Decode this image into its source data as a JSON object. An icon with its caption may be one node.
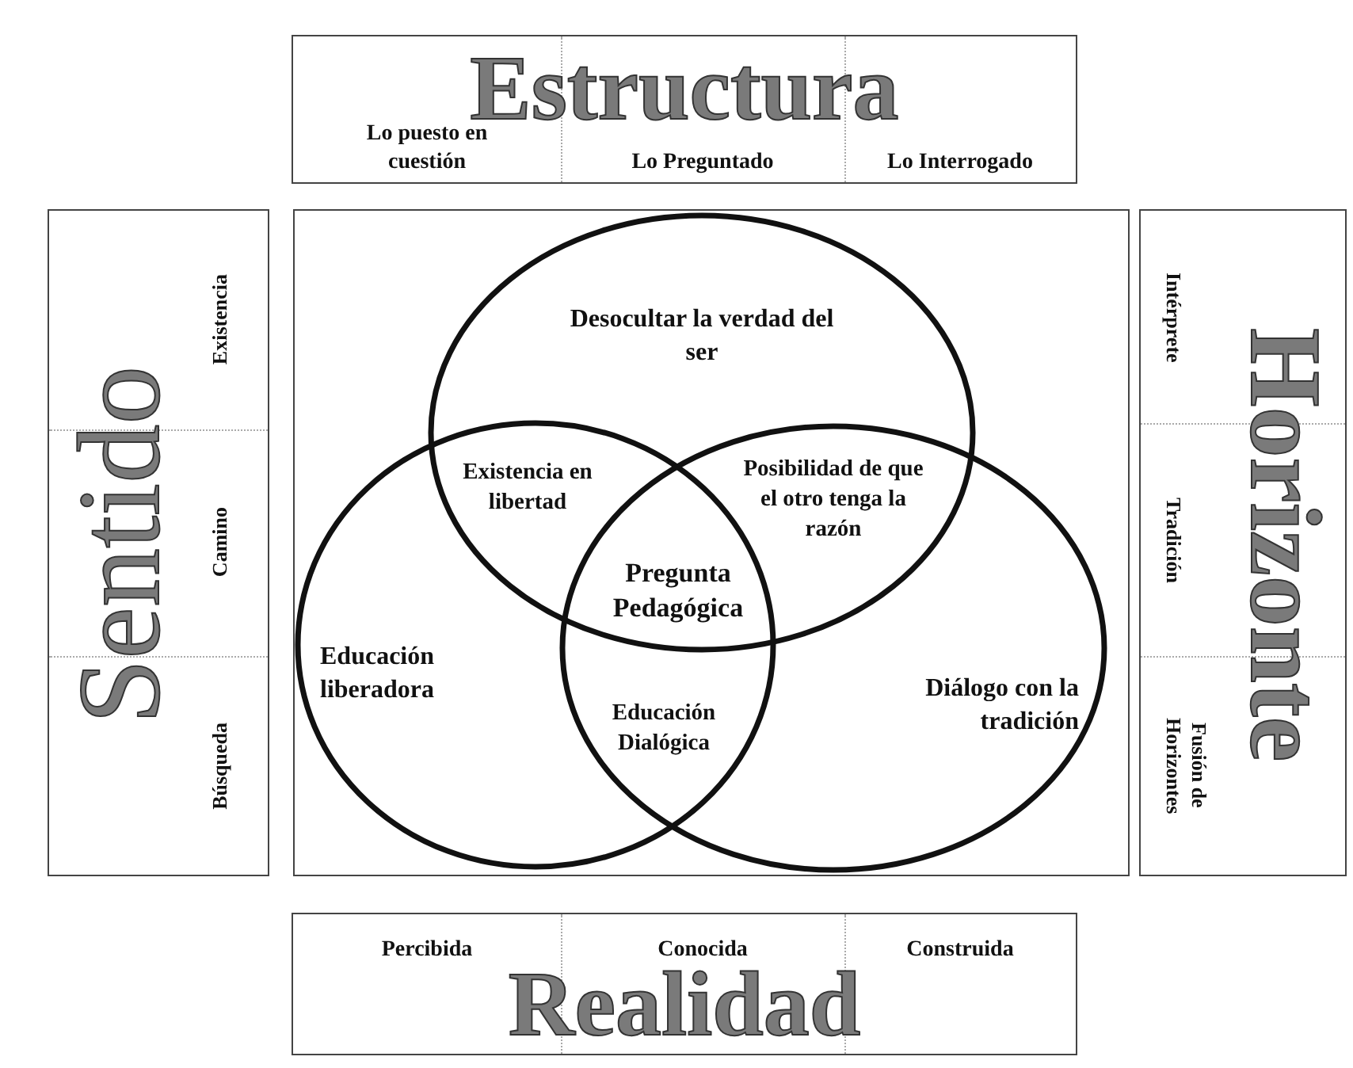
{
  "diagram": {
    "nodes": [
      {
        "text": [
          "Estructura"
        ]
      },
      {
        "text": [
          "Lo puesto en cuestión"
        ],
        "in": 0
      },
      {
        "text": [
          "Lo Preguntado"
        ],
        "in": 0
      },
      {
        "text": [
          "Lo Interrogado"
        ],
        "in": 0
      },
      {
        "text": [
          "Sentido"
        ]
      },
      {
        "text": [
          "Existencia"
        ],
        "in": 4
      },
      {
        "text": [
          "Camino"
        ],
        "in": 4
      },
      {
        "text": [
          "Búsqueda"
        ],
        "in": 4
      },
      {
        "text": [],
        "shape": "box"
      },
      {
        "text": [
          "Desocultar la verdad del ser"
        ],
        "in": 8
      },
      {
        "text": [
          "Educación liberadora"
        ],
        "in": 8
      },
      {
        "text": [
          "Diálogo con la tradición"
        ],
        "in": 8
      },
      {
        "text": [
          "Horizonte"
        ]
      },
      {
        "text": [
          "Intérprete"
        ],
        "in": 12
      },
      {
        "text": [
          "Tradición"
        ],
        "in": 12
      },
      {
        "text": [
          "Fusión de Horizontes"
        ],
        "in": 12
      },
      {
        "text": [
          "Realidad"
        ]
      },
      {
        "text": [
          "Percibida"
        ],
        "in": 16
      },
      {
        "text": [
          "Conocida"
        ],
        "in": 16
      },
      {
        "text": [
          "Construida"
        ],
        "in": 16
      }
    ],
    "edges": [],
    "labels": [
      "Existencia en libertad",
      "Posibilidad de que el otro tenga la razón",
      "Pregunta Pedagógica",
      "Educación Dialógica"
    ]
  }
}
